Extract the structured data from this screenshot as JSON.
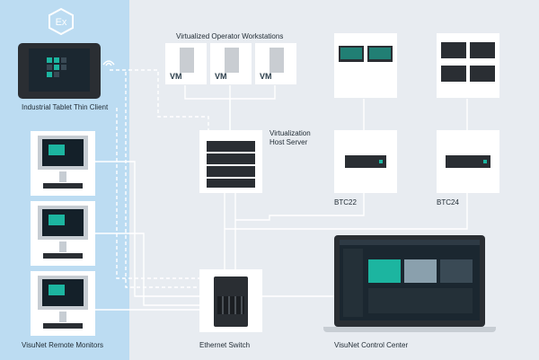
{
  "labels": {
    "tablet": "Industrial Tablet Thin Client",
    "vm_group": "Virtualized Operator Workstations",
    "host_server": "Virtualization\nHost Server",
    "vm_tag": "VM",
    "btc22": "BTC22",
    "btc24": "BTC24",
    "switch": "Ethernet Switch",
    "remote_monitors": "VisuNet Remote Monitors",
    "control_center": "VisuNet Control Center",
    "ex_mark": "Ex"
  },
  "colors": {
    "left_panel": "#bcdcf2",
    "background": "#e8ecf1",
    "wire": "#ffffff",
    "accent_teal": "#1cb5a0",
    "dark_device": "#2a2e33"
  }
}
